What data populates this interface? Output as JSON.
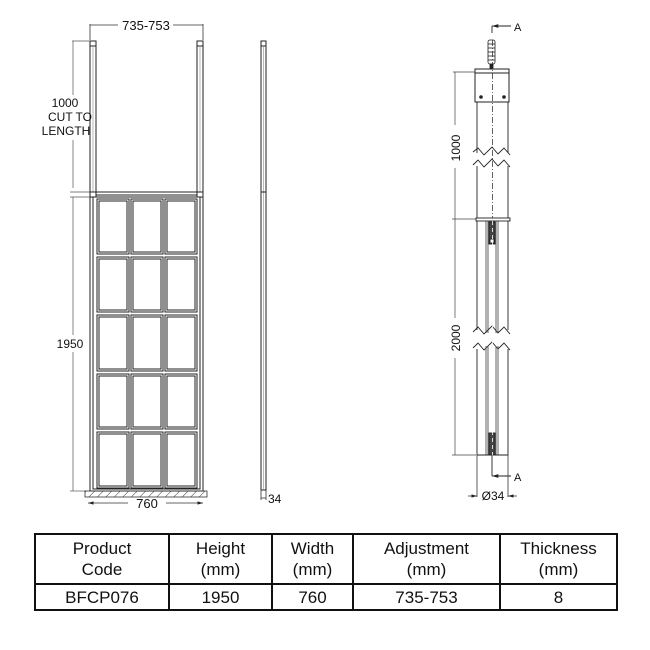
{
  "front_view": {
    "width_adjustment_label": "735-753",
    "ceiling_post_label_line1": "1000",
    "ceiling_post_label_line2": "CUT TO",
    "ceiling_post_label_line3": "LENGTH",
    "panel_height_label": "1950",
    "panel_width_label": "760",
    "pane_grid": {
      "columns": 3,
      "rows": 5
    }
  },
  "side_view": {
    "depth_label": "34"
  },
  "section_view": {
    "section_marker_top": "A",
    "section_marker_bottom": "A",
    "upper_length_label": "1000",
    "lower_length_label": "2000",
    "diameter_label": "Ø34"
  },
  "spec_table": {
    "headers": [
      "Product\nCode",
      "Height\n(mm)",
      "Width\n(mm)",
      "Adjustment\n(mm)",
      "Thickness\n(mm)"
    ],
    "rows": [
      [
        "BFCP076",
        "1950",
        "760",
        "735-753",
        "8"
      ]
    ]
  },
  "colors": {
    "line": "#222222",
    "dim_line": "#333333",
    "background": "#ffffff"
  }
}
